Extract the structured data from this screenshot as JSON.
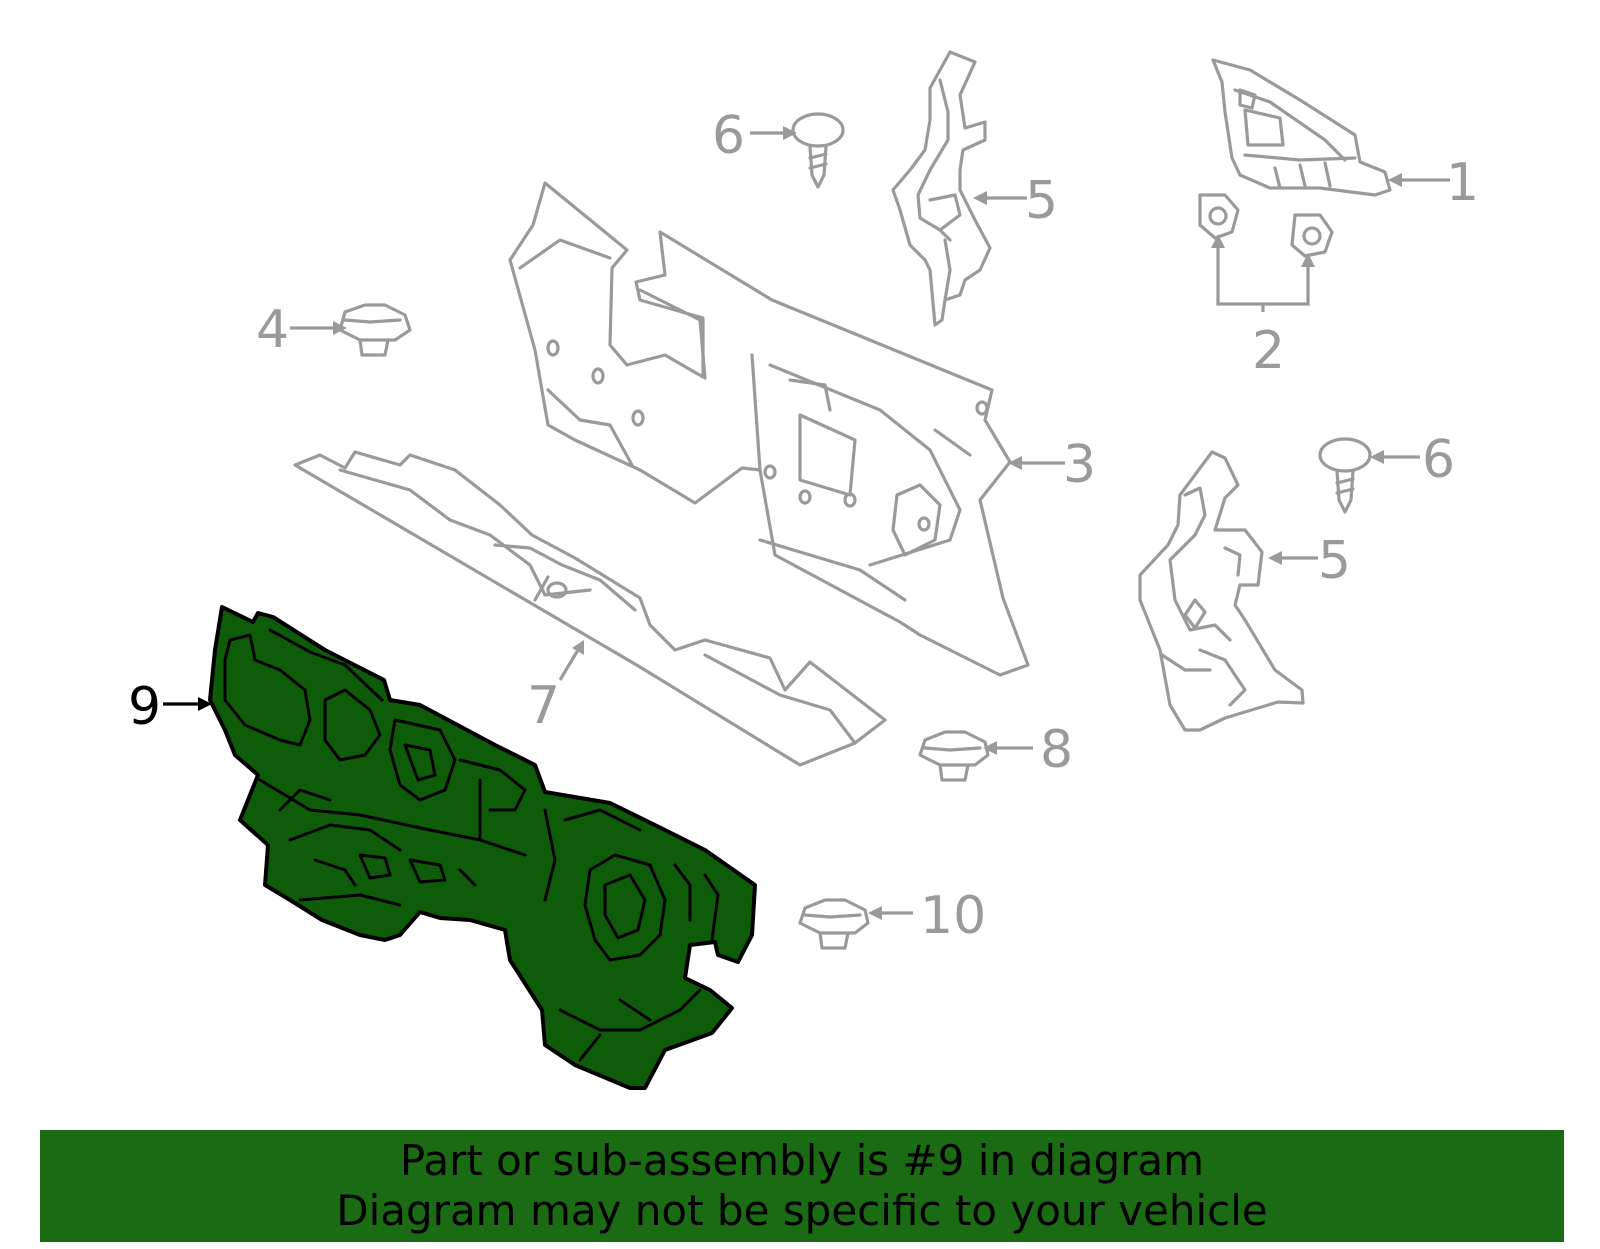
{
  "callouts": {
    "c1": "1",
    "c2": "2",
    "c3": "3",
    "c4": "4",
    "c5a": "5",
    "c5b": "5",
    "c6a": "6",
    "c6b": "6",
    "c7": "7",
    "c8": "8",
    "c9": "9",
    "c10": "10"
  },
  "highlight": {
    "part_number": "9",
    "color": "#0e5c0a"
  },
  "banner": {
    "line1": "Part or sub-assembly is #9 in diagram",
    "line2": "Diagram may not be specific to your vehicle",
    "color": "#1b6b14"
  }
}
